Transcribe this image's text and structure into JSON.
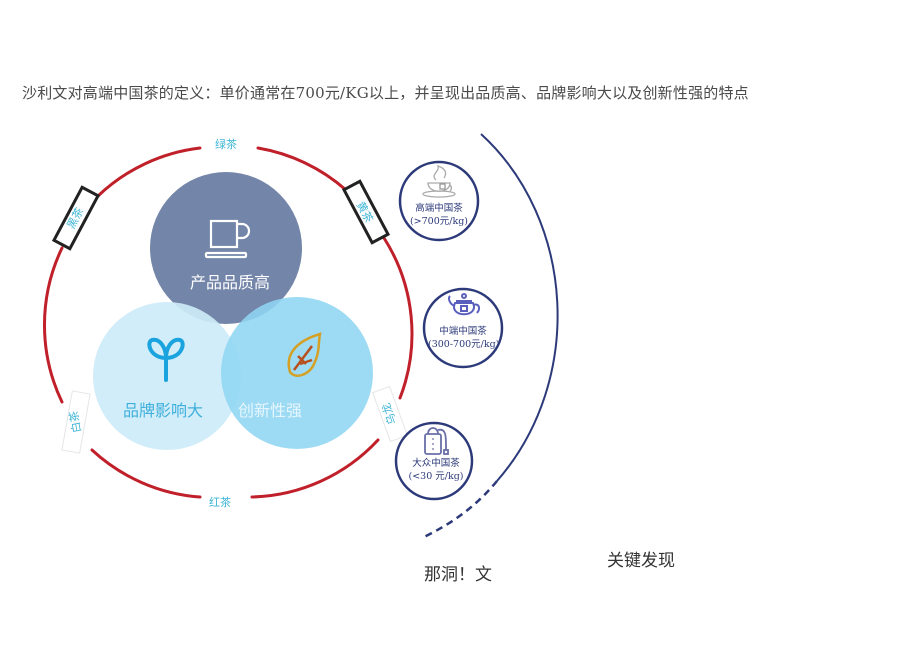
{
  "header": {
    "definition_text": "沙利文对高端中国茶的定义：单价通常在700元/KG以上，并呈现出品质高、品牌影响大以及创新性强的特点"
  },
  "ring": {
    "color": "#c0202a",
    "tea_types": [
      {
        "id": "green",
        "label": "绿茶"
      },
      {
        "id": "black-dark",
        "label": "黑茶"
      },
      {
        "id": "yellow",
        "label": "黄茶"
      },
      {
        "id": "white",
        "label": "白茶"
      },
      {
        "id": "oolong",
        "label": "乌龙"
      },
      {
        "id": "red",
        "label": "红茶"
      }
    ]
  },
  "venn": {
    "circles": [
      {
        "id": "quality",
        "label": "产品品质高",
        "icon": "coffee-cup-icon",
        "color": "#6b7ea3"
      },
      {
        "id": "brand",
        "label": "品牌影响大",
        "icon": "sprout-icon",
        "color": "#cdebf8"
      },
      {
        "id": "innovation",
        "label": "创新性强",
        "icon": "leaf-icon",
        "color": "#8fd6f3"
      }
    ]
  },
  "tiers": [
    {
      "id": "high-end",
      "name": "高端中国茶",
      "price": "(>700元/kg)",
      "icon": "teacup-steam-icon"
    },
    {
      "id": "mid-end",
      "name": "中端中国茶",
      "price": "(300-700元/kg)",
      "icon": "teapot-icon"
    },
    {
      "id": "mass",
      "name": "大众中国茶",
      "price": "(<30  元/kg)",
      "icon": "teabag-icon"
    }
  ],
  "footer": {
    "left_text": "那洞！文",
    "right_text": "关键发现"
  },
  "colors": {
    "navy": "#2d3a7a",
    "ring_red": "#c0202a",
    "tag_cyan": "#3fb5d6"
  }
}
